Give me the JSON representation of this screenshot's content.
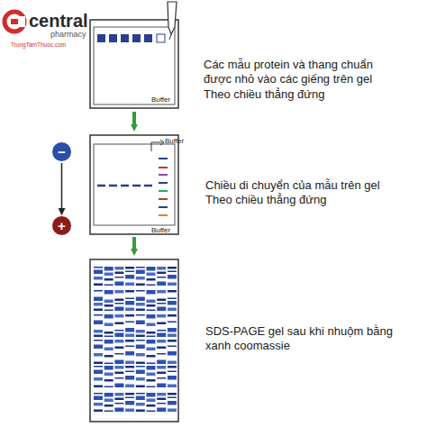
{
  "diagram": {
    "nodes": [
      {
        "text": [
          "−"
        ]
      },
      {
        "text": [
          "+"
        ]
      }
    ],
    "edges": [
      {
        "from": 0,
        "to": 1,
        "arrow": "to"
      }
    ],
    "labels": [
      "central",
      "pharmacy",
      "TrungTamThuoc.com",
      "Các mẫu protein và thang chuẩn được nhỏ vào các giếng trên gel Theo chiều thẳng đứng",
      "Buffer",
      "Chiều di chuyển của mẫu trên gel Theo chiều thẳng đứng",
      "Buffer",
      "Buffer",
      "SDS-PAGE gel sau khi nhuộm bằng xanh coomassie"
    ]
  }
}
